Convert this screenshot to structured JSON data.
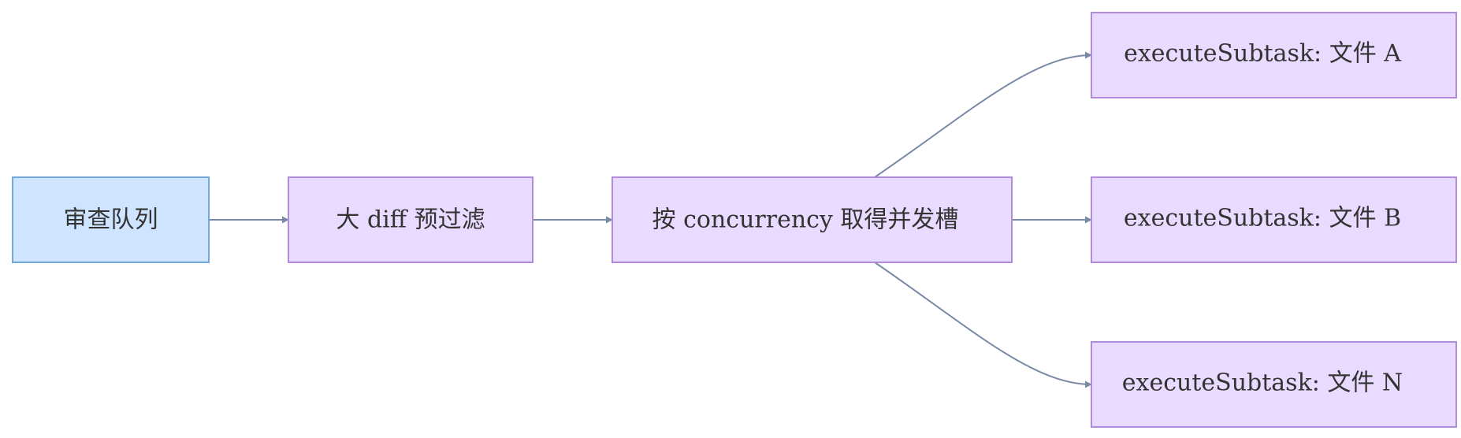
{
  "colors": {
    "queue_fill": "#cfe5ff",
    "queue_stroke": "#73a6d9",
    "step_fill": "#e8dbff",
    "step_stroke": "#b18ad9",
    "edge": "#7a8aa6",
    "text": "#333333"
  },
  "nodes": {
    "queue": {
      "label": "审查队列"
    },
    "prefilter": {
      "label": "大 diff 预过滤"
    },
    "slots": {
      "label": "按 concurrency 取得并发槽"
    },
    "subtask_a": {
      "label": "executeSubtask: 文件 A"
    },
    "subtask_b": {
      "label": "executeSubtask: 文件 B"
    },
    "subtask_n": {
      "label": "executeSubtask: 文件 N"
    }
  },
  "edges": [
    {
      "from": "queue",
      "to": "prefilter"
    },
    {
      "from": "prefilter",
      "to": "slots"
    },
    {
      "from": "slots",
      "to": "subtask_a"
    },
    {
      "from": "slots",
      "to": "subtask_b"
    },
    {
      "from": "slots",
      "to": "subtask_n"
    }
  ]
}
